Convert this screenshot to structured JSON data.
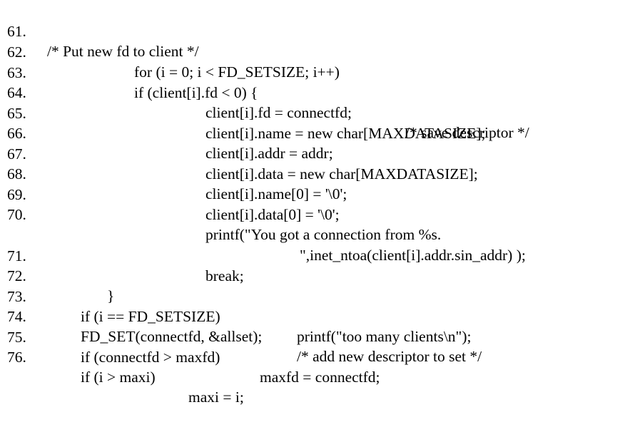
{
  "code_lines": [
    {
      "num": "61.",
      "segments": [
        "/* Put new fd to client */"
      ]
    },
    {
      "num": "62.",
      "segments": [
        "for (i = 0; i < FD_SETSIZE; i++)"
      ]
    },
    {
      "num": "63.",
      "segments": [
        "if (client[i].fd < 0) {"
      ]
    },
    {
      "num": "64.",
      "segments": [
        "client[i].fd = connectfd;",
        "/* save descriptor */"
      ]
    },
    {
      "num": "65.",
      "segments": [
        "client[i].name = new char[MAXDATASIZE];"
      ]
    },
    {
      "num": "66.",
      "segments": [
        "client[i].addr = addr;"
      ]
    },
    {
      "num": "67.",
      "segments": [
        "client[i].data = new char[MAXDATASIZE];"
      ]
    },
    {
      "num": "68.",
      "segments": [
        "client[i].name[0] = '\\0';"
      ]
    },
    {
      "num": "69.",
      "segments": [
        "client[i].data[0] = '\\0';"
      ]
    },
    {
      "num": "70.",
      "segments": [
        "printf(\"You got a connection from %s."
      ]
    },
    {
      "num": "",
      "segments": [
        "\",inet_ntoa(client[i].addr.sin_addr) );"
      ]
    },
    {
      "num": "71.",
      "segments": [
        "break;"
      ]
    },
    {
      "num": "72.",
      "segments": [
        "}"
      ]
    },
    {
      "num": "73.",
      "segments": [
        "if (i == FD_SETSIZE)",
        "printf(\"too many clients\\n\");"
      ]
    },
    {
      "num": "74.",
      "segments": [
        "FD_SET(connectfd, &allset);",
        "/* add new descriptor to set */"
      ]
    },
    {
      "num": "75.",
      "segments": [
        "if (connectfd > maxfd)",
        "maxfd = connectfd;"
      ]
    },
    {
      "num": "76.",
      "segments": [
        "if (i > maxi)",
        "maxi = i;"
      ]
    }
  ]
}
